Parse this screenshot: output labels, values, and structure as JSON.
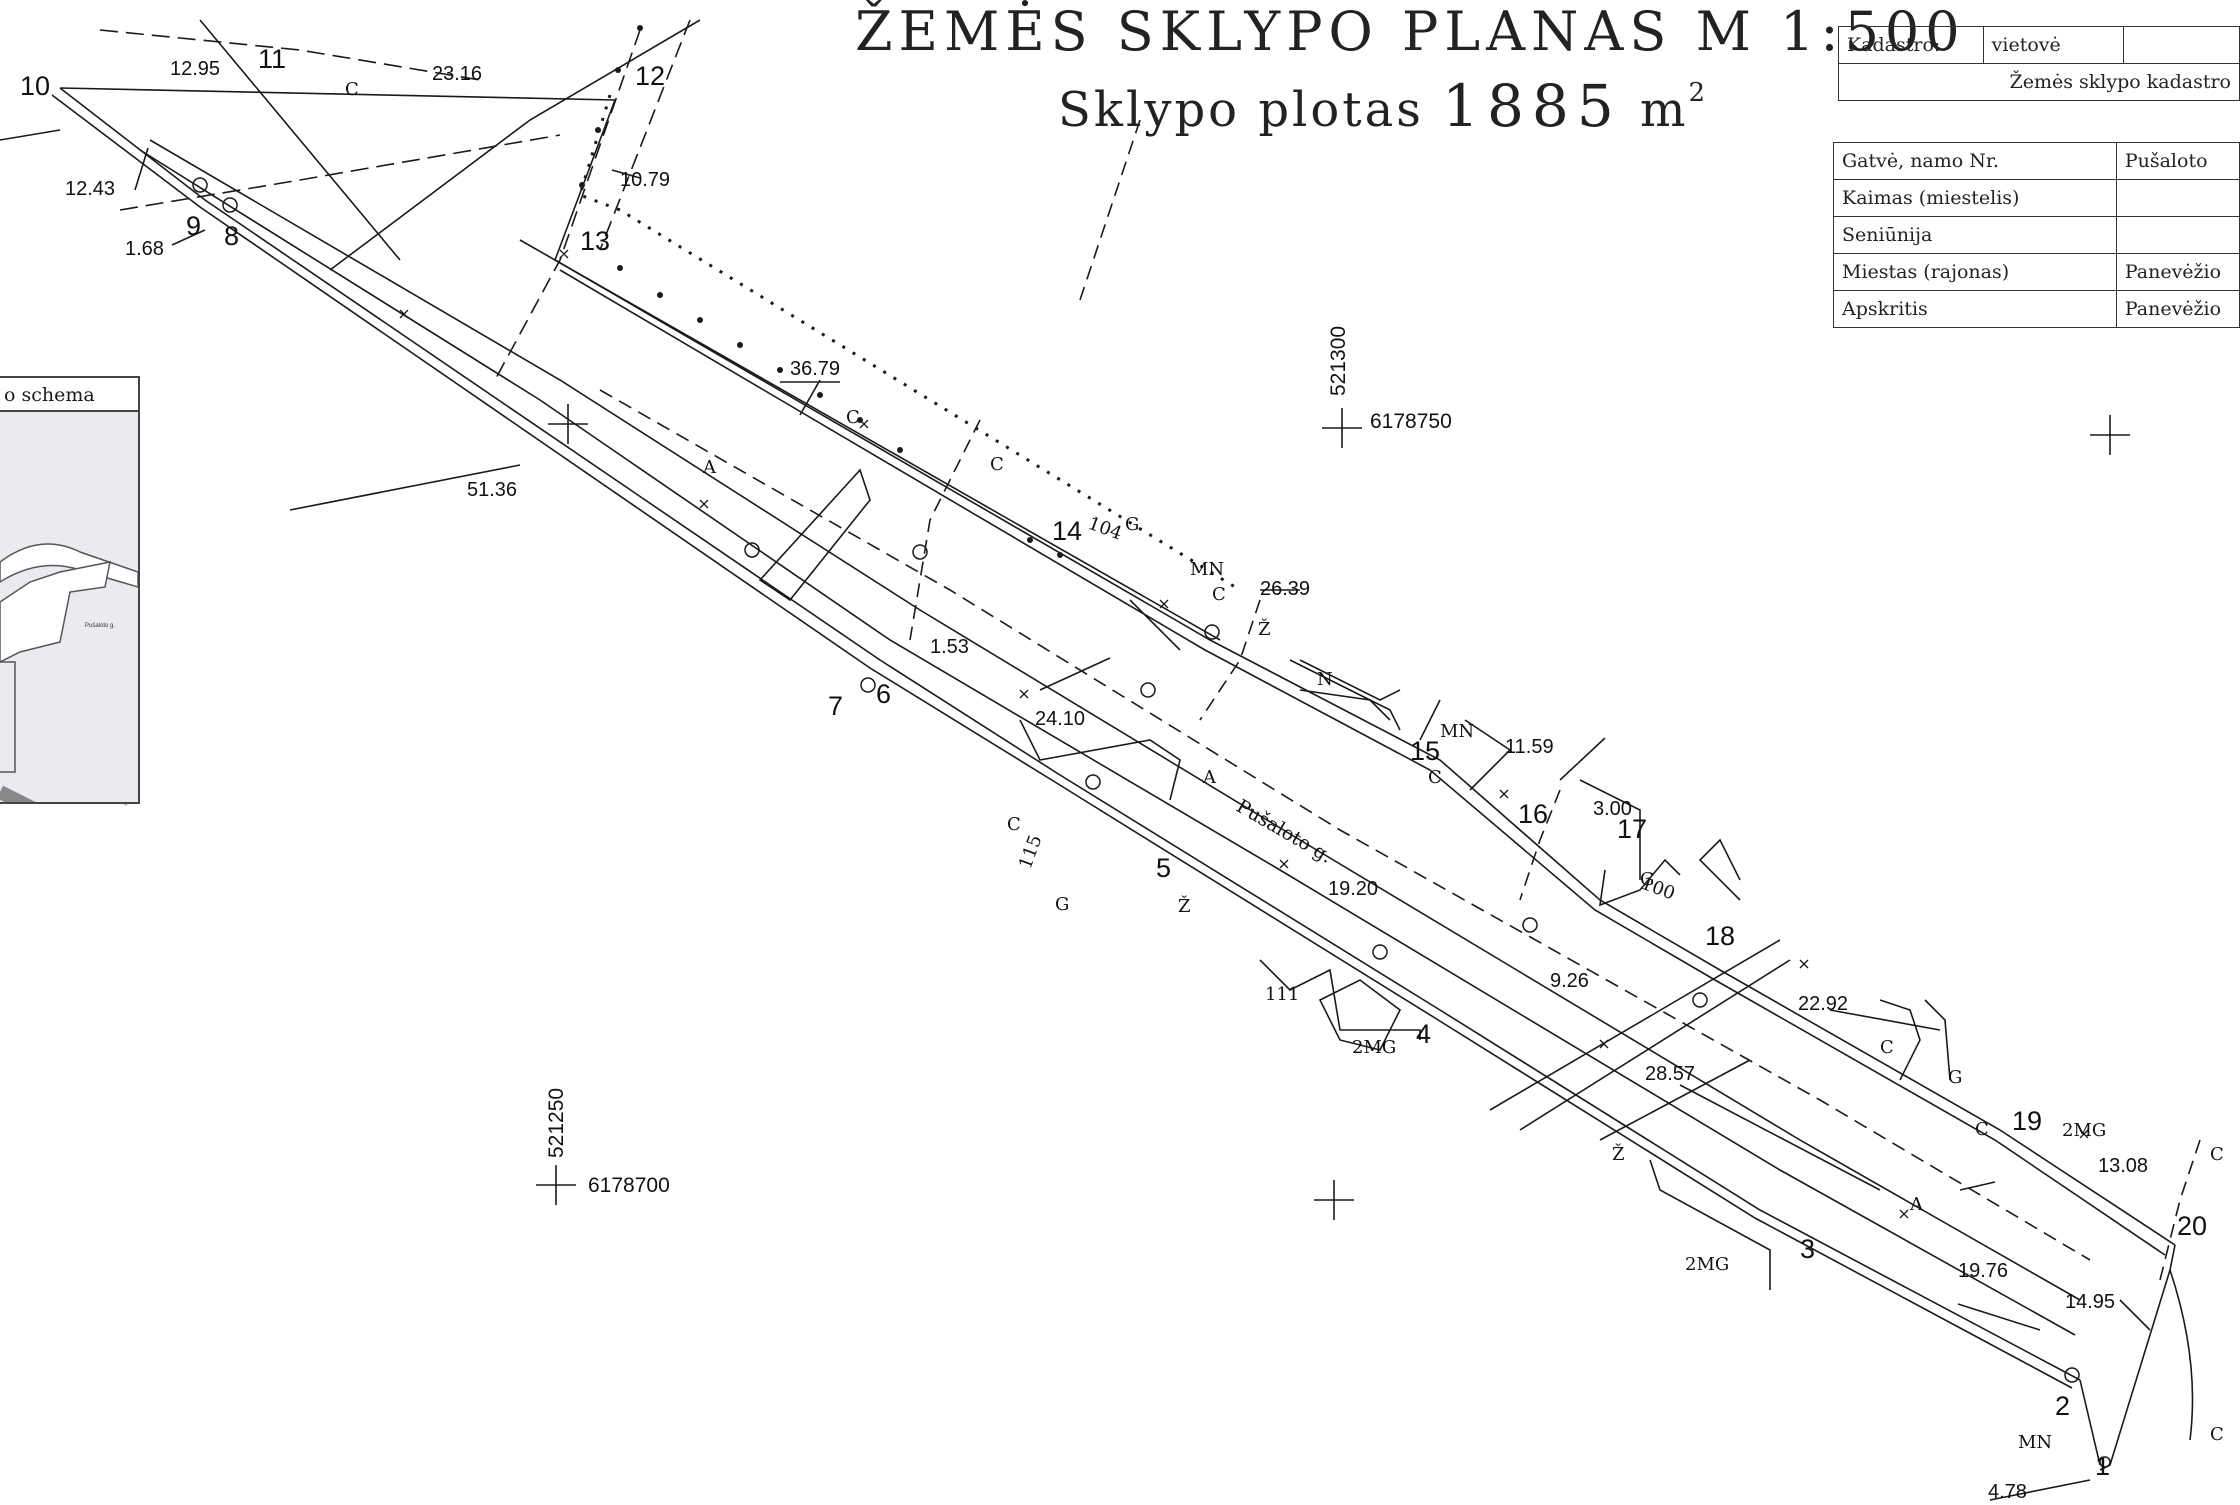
{
  "title": {
    "line1": "ŽEMĖS SKLYPO PLANAS M 1:500",
    "area_prefix": "Sklypo plotas",
    "area_value": "1885",
    "area_unit": "m",
    "area_sup": "2"
  },
  "kadastro_table": {
    "label": "Kadastro:",
    "value": "vietovė",
    "row2": "Žemės sklypo kadastro"
  },
  "address_table": [
    {
      "label": "Gatvė, namo Nr.",
      "value": "Pušaloto"
    },
    {
      "label": "Kaimas (miestelis)",
      "value": ""
    },
    {
      "label": "Seniūnija",
      "value": ""
    },
    {
      "label": "Miestas (rajonas)",
      "value": "Panevėžio"
    },
    {
      "label": "Apskritis",
      "value": "Panevėžio"
    }
  ],
  "inset": {
    "header": "o schema",
    "street_label": "Pušaloto g."
  },
  "coordinates": {
    "top_x": "521300",
    "top_y": "6178750",
    "bottom_x": "521250",
    "bottom_y": "6178700"
  },
  "points": [
    "10",
    "11",
    "12",
    "13",
    "9",
    "8",
    "14",
    "7",
    "6",
    "15",
    "16",
    "17",
    "5",
    "18",
    "4",
    "19",
    "20",
    "3",
    "2",
    "1"
  ],
  "distances": [
    "12.95",
    "23.16",
    "10.79",
    "12.43",
    "1.68",
    "36.79",
    "51.36",
    "26.39",
    "1.53",
    "24.10",
    "11.59",
    "3.00",
    "19.20",
    "9.26",
    "22.92",
    "28.57",
    "13.08",
    "19.76",
    "14.95",
    "4.78"
  ],
  "zones": [
    "A",
    "A",
    "A",
    "C",
    "C",
    "C",
    "C",
    "C",
    "C",
    "G",
    "G",
    "G",
    "Ž",
    "Ž",
    "Ž",
    "N",
    "MN",
    "MN",
    "2MG",
    "2MG",
    "2MG",
    "104",
    "111",
    "115",
    "100"
  ],
  "street_name": "Pušaloto g."
}
